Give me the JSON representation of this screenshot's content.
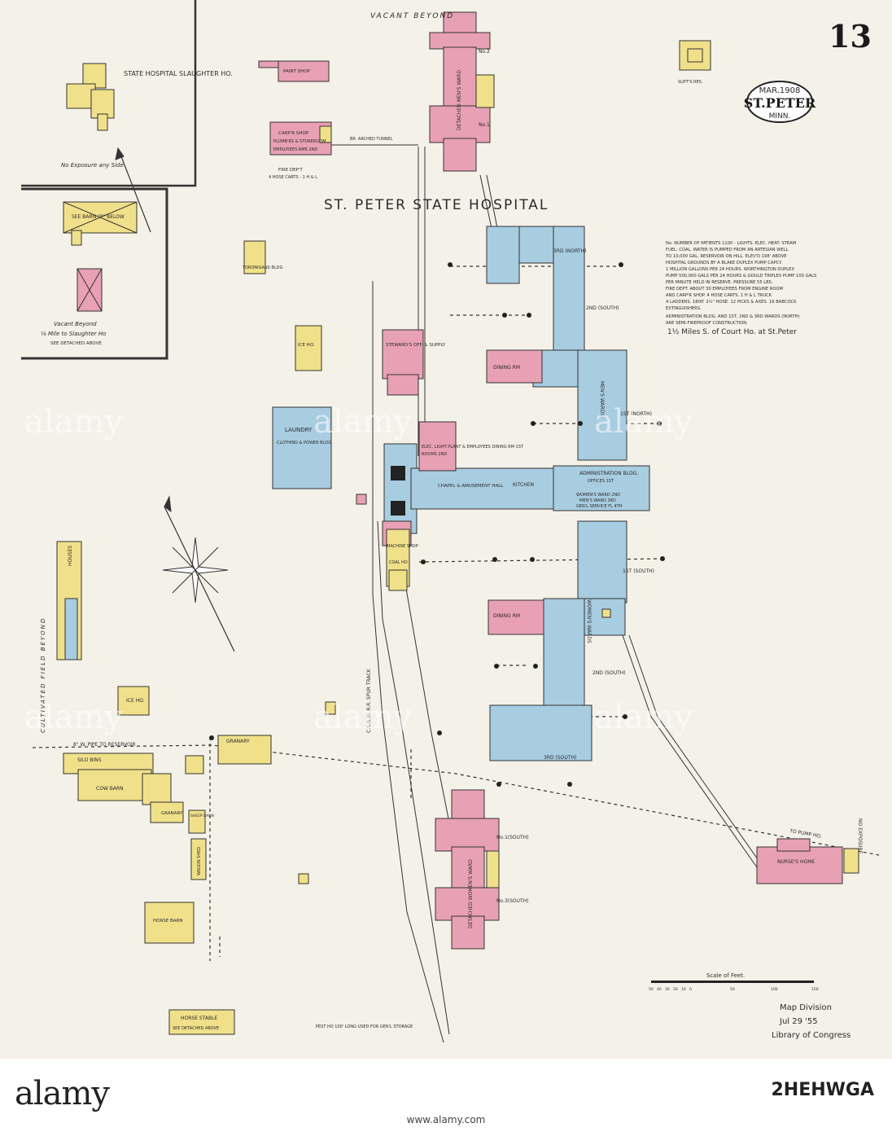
{
  "map": {
    "sheet_number": "13",
    "date": "MAR.1908",
    "town": "ST.PETER",
    "state": "MINN.",
    "title": "ST. PETER STATE HOSPITAL",
    "top_label": "VACANT    BEYOND",
    "location_note": "1½ Miles S. of Court Ho. at St.Peter",
    "notes": [
      "No. NUMBER OF PATIENTS 1100 - LIGHTS: ELEC. HEAT: STEAM",
      "FUEL: COAL. WATER IS PUMPED FROM AN ARTESIAN WELL",
      "TO 10,000 GAL. RESERVOIR ON HILL. ELEV'D 198' ABOVE",
      "HOSPITAL GROUNDS BY A BLAKE DUPLEX PUMP CAPCY.",
      "1 MILLION GALLONS PER 24 HOURS. WORTHINGTON DUPLEX",
      "PUMP 500,000 GALS PER 24 HOURS & GOULD TRIPLEX PUMP 100 GALS",
      "PER MINUTE HELD IN RESERVE. PRESSURE 55 LBS.",
      "FIRE DEPT: ABOUT 30 EMPLOYEES FROM ENGINE ROOM",
      "AND CARP'R SHOP. 4 HOSE CARTS. 1 H & L TRUCK",
      "4 LADDERS. 1800' 2½\" HOSE. 12 PICKS & AXES. 16 BABCOCK",
      "EXTINGUISHERS.",
      "ADMINISTRATION BLDG. AND 1ST, 2ND & 3RD WARDS (NORTH)",
      "ARE SEMI-FIREPROOF CONSTRUCTION."
    ],
    "inset_title": "STATE HOSPITAL SLAUGHTER HO.",
    "inset_exposure": "No Exposure any Side",
    "inset_vacant": "Vacant Beyond",
    "inset_distance": "⅛ Mile to Slaughter Ho",
    "inset_see": "SEE DETACHED ABOVE",
    "scale_label": "Scale of Feet.",
    "scale_ticks": [
      "50",
      "40",
      "30",
      "20",
      "10",
      "0",
      "50",
      "100",
      "150"
    ],
    "stamp": [
      "Map Division",
      "Jul 29 '55",
      "Library of Congress"
    ],
    "side_left": "CULTIVATED    FIELD    BEYOND",
    "side_right": "NO EXPOSURE",
    "track_label": "C.S.N.W. R.R. SPUR TRACK",
    "pipe_label": "8\" W. PIPE TO RESERVOIR",
    "buildings": {
      "paint_shop": "PAINT SHOP",
      "carp_shop": "CARP'R SHOP",
      "carp_shop2": "PLUMB'RS & STOREROOM",
      "carp_shop3": "EMPLOYEES RMS 2ND",
      "fire_dept": "FIRE DEP'T",
      "fire_dept2": "4 HOSE CARTS - 1 H & L",
      "tunnel": "BR. ARCHED TUNNEL",
      "north_ward_2": "No.2",
      "north_ward_1": "No.1",
      "detached_mens": "DETACHED MEN'S WARD",
      "supts_res": "SUPT'S RES.",
      "toilet_bldg": "TORONIGANS BLDG",
      "ice_ho_top": "ICE HO.",
      "stewards": "STEWARD'S OFF. & SUPPLY",
      "laundry": "LAUNDRY",
      "laundry2": "CLOTHING & POWER BLDG",
      "elec_plant": "ELEC. LIGHT PLANT & EMPLOYEES DINING RM 1ST",
      "elec_plant2": "ROOMS 2ND",
      "chapel": "CHAPEL & AMUSEMENT HALL",
      "kitchen": "KITCHEN",
      "admin": "ADMINISTRATION BLDG.",
      "admin2": "OFFICES 1ST",
      "admin3": "WOMEN'S WARD 2ND",
      "admin4": "MEN'S WARD 3RD",
      "admin5": "GEN'L SERVICE FL 4TH",
      "ward_3rd_north": "3RD (NORTH)",
      "ward_2nd_south_top": "2ND (SOUTH)",
      "ward_1st_north": "1ST (NORTH)",
      "ward_1st_south": "1ST (SOUTH)",
      "ward_2nd_south": "2ND (SOUTH)",
      "ward_3rd_south": "3RD (SOUTH)",
      "dining_top": "DINING RM",
      "dining_bottom": "DINING RM",
      "mens_wards": "MEN'S WARDS",
      "womens_wards": "WOMEN'S WARDS",
      "machine_shop": "MACHINE SHOP",
      "coal_ho": "COAL HO",
      "ice_ho": "ICE HO.",
      "granary": "GRANARY",
      "silo": "SILO BINS",
      "cow_barn": "COW BARN",
      "granary2": "GRANARY",
      "sheep_barn": "SHEEP BARN",
      "wagon_shed": "WAGON SHED",
      "horse_barn": "HORSE BARN",
      "horse_stable": "HORSE STABLE",
      "horse_stable2": "SEE DETACHED ABOVE",
      "south_ward_1": "No.1(SOUTH)",
      "south_ward_3": "No.3(SOUTH)",
      "detached_womens": "DETACHED WOMEN'S WARD",
      "nurses_home": "NURSE'S HOME",
      "pest_ho": "PEST HO 100' LONG USED FOR GEN'L STORAGE",
      "houses": "HOUSES",
      "to_pump": "TO PUMP HO.",
      "cow_barn_see": "SEE BARN \"P\" BELOW"
    },
    "colors": {
      "brick": "#e8a0b4",
      "frame": "#f0e08a",
      "fireproof": "#a8cce0",
      "paper": "#f4f1e8"
    }
  },
  "footer": {
    "logo": "alamy",
    "image_id": "2HEHWGA",
    "url": "www.alamy.com"
  },
  "watermark": "alamy"
}
